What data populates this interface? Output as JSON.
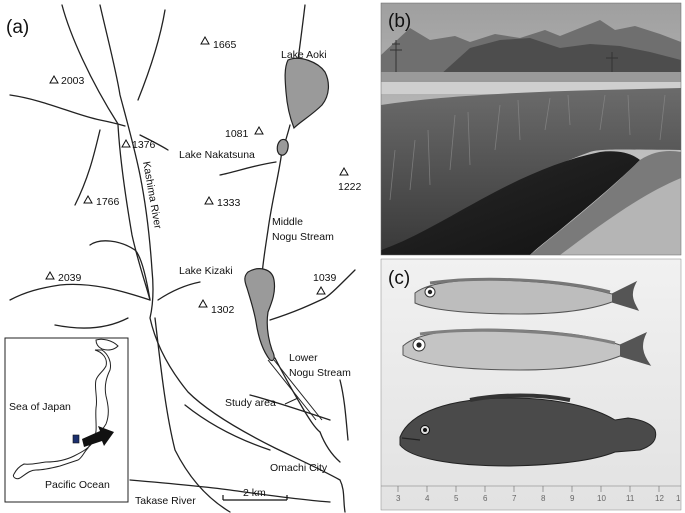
{
  "panels": {
    "a": "(a)",
    "b": "(b)",
    "c": "(c)"
  },
  "map": {
    "lakes": {
      "aoki": "Lake Aoki",
      "nakatsuna": "Lake Nakatsuna",
      "kizaki": "Lake Kizaki"
    },
    "rivers": {
      "kashima": "Kashima River",
      "takase": "Takase River",
      "middle_nogu_1": "Middle",
      "middle_nogu_2": "Nogu Stream",
      "lower_nogu_1": "Lower",
      "lower_nogu_2": "Nogu Stream"
    },
    "places": {
      "study_area": "Study area",
      "omachi": "Omachi City"
    },
    "peaks": [
      "1665",
      "2003",
      "1081",
      "1376",
      "1222",
      "1766",
      "1333",
      "2039",
      "1039",
      "1302"
    ],
    "scale": "2 km",
    "inset": {
      "sea": "Sea of Japan",
      "ocean": "Pacific Ocean"
    }
  },
  "ruler_ticks": [
    "3",
    "4",
    "5",
    "6",
    "7",
    "8",
    "9",
    "10",
    "11",
    "12",
    "1"
  ]
}
